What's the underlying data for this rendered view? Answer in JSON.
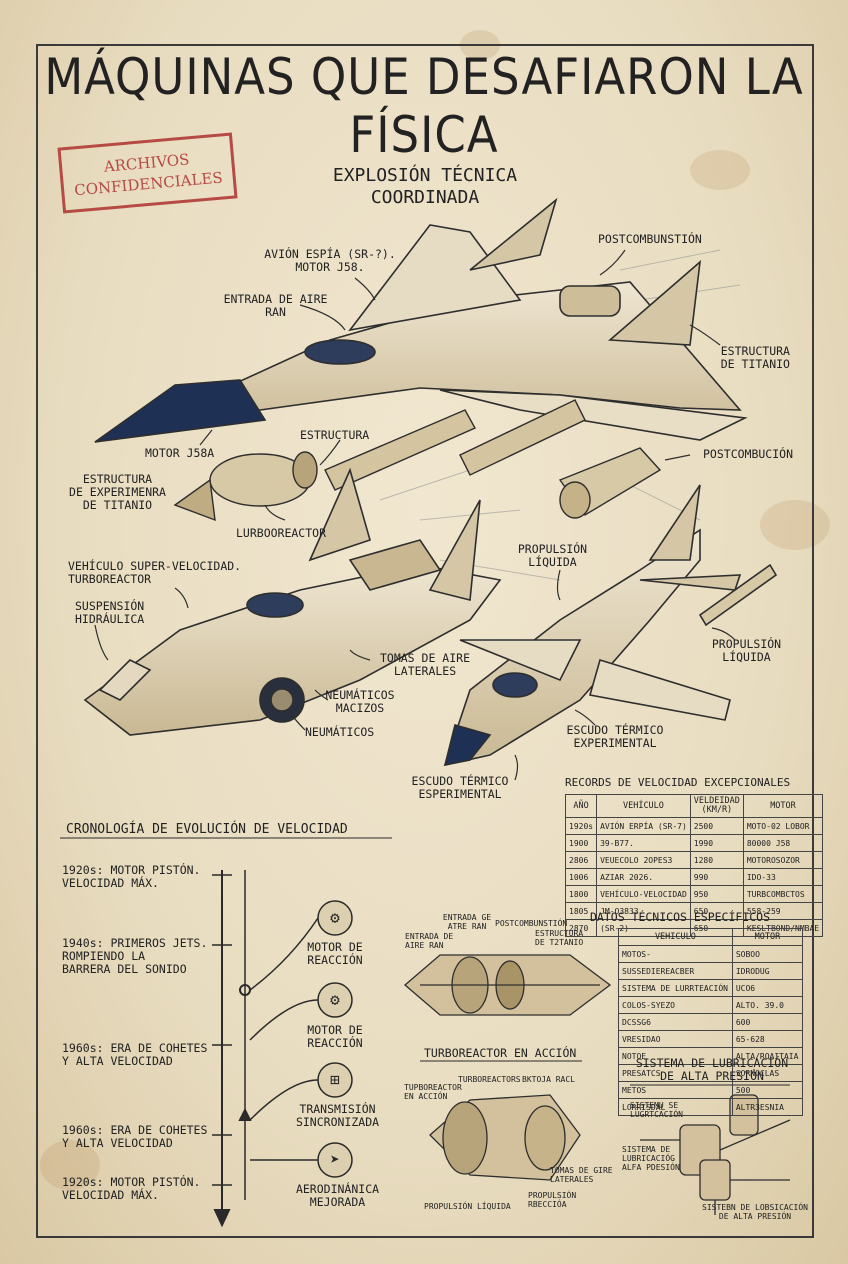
{
  "title": "MÁQUINAS QUE DESAFIARON LA FÍSICA",
  "stamp": {
    "line1": "ARCHIVOS",
    "line2": "CONFIDENCIALES"
  },
  "header": {
    "line1": "EXPLOSIÓN TÉCNICA",
    "line2": "COORDINADA"
  },
  "labels": {
    "avion_espia": "AVIÓN ESPÍA (SR-?).\nMOTOR J58.",
    "entrada_aire": "ENTRADA DE AIRE\nRAN",
    "postcombunstion": "POSTCOMBUNSTIÓN",
    "estructura_titanio": "ESTRUCTURA\nDE TITANIO",
    "motor_j58a": "MOTOR J58A",
    "estructura": "ESTRUCTURA",
    "postcombucion": "POSTCOMBUCIÓN",
    "estructura_experimenra": "ESTRUCTURA\nDE EXPERIMENRA\nDE TITANIO",
    "lurbooreactor": "LURBOOREACTOR",
    "vehiculo_super": "VEHÍCULO SUPER-VELOCIDAD.\nTURBOREACTOR",
    "suspension": "SUSPENSIÓN\nHIDRÁULICA",
    "propulsion_liquida_1": "PROPULSIÓN\nLÍQUIDA",
    "propulsion_liquida_2": "PROPULSIÓN\nLÍQUIDA",
    "tomas_aire": "TOMAS DE AIRE\nLATERALES",
    "neumaticos_macizos": "NEUMÁTICOS\nMACIZOS",
    "neumaticos": "NEUMÁTICOS",
    "escudo_1": "ESCUDO TÉRMICO\nEXPERIMENTAL",
    "escudo_2": "ESCUDO TÉRMICO\nESPERIMENTAL"
  },
  "timeline": {
    "title": "CRONOLOGÍA DE EVOLUCIÓN DE VELOCIDAD",
    "entries": [
      "1920s: MOTOR PISTÓN.\nVELOCIDAD MÁX.",
      "1940s: PRIMEROS JETS.\nROMPIENDO LA\nBARRERA DEL SONIDO",
      "1960s: ERA DE COHETES\nY ALTA VELOCIDAD",
      "1960s: ERA DE COHETES\nY ALTA VELOCIDAD",
      "1920s: MOTOR PISTÓN.\nVELOCIDAD MÁX."
    ],
    "icons": [
      {
        "label": "MOTOR DE\nREACCIÓN",
        "icon": "engine-icon"
      },
      {
        "label": "MOTOR DE\nREACCIÓN",
        "icon": "gears-icon"
      },
      {
        "label": "TRANSMISIÓN\nSINCRONIZADA",
        "icon": "transmission-icon"
      },
      {
        "label": "AERODINÁNICA\nMEJORADA",
        "icon": "arrowhead-icon"
      }
    ]
  },
  "records": {
    "title": "RECORDS DE VELOCIDAD EXCEPCIONALES",
    "headers": [
      "AÑO",
      "VEHÍCULO",
      "VELDEIDAD\n(KM/R)",
      "MOTOR"
    ],
    "rows": [
      [
        "1920s",
        "AVIÓN ERPÍA (SR-7)",
        "2500",
        "MOTO-02 LOBOR"
      ],
      [
        "1900",
        "39-B77.",
        "1990",
        "80000 J58"
      ],
      [
        "2806",
        "VEUECOLO 2OPES3",
        "1280",
        "MOTOROSOZOR"
      ],
      [
        "1006",
        "AZIAR 2026.",
        "990",
        "IDO-33"
      ],
      [
        "1800",
        "VEHÍCULO-VELOCIDAD",
        "950",
        "TURBCOMBCTOS"
      ],
      [
        "1805",
        "JM-O3833.",
        "650",
        "558-259"
      ],
      [
        "2870",
        "(SR-2)",
        "650",
        "KESLTBOND/NMBAE"
      ]
    ]
  },
  "tech": {
    "title": "DATOS TÉCNICOS ESPECÍFICOS",
    "headers": [
      "VEHICULO",
      "MOTOR"
    ],
    "rows": [
      [
        "MOTOS-",
        "SOBOO"
      ],
      [
        "SUSSEDIEREACBER",
        "IDRODUG"
      ],
      [
        "SISTEMA DE LURRTEACIÓN",
        "UCO6"
      ],
      [
        "COLOS-SYEZO",
        "ALTO. 39.0"
      ],
      [
        "DCSSG6",
        "600"
      ],
      [
        "VRESIDAO",
        "65-628"
      ],
      [
        "NOTOE",
        "ALTA/ROAITAIA"
      ],
      [
        "PRESATCS",
        "SORNOCLAS"
      ],
      [
        "METOS",
        "500"
      ],
      [
        "LORRISDAL",
        "ALTR3ESNIA"
      ]
    ]
  },
  "engine_diagram": {
    "entrada": "ENTRADA GE\nATRE RAN",
    "post": "POSTCOMBUNSTIÓN",
    "entrada2": "ENTRADA DE\nAIRE RAN",
    "estructura": "ESTRUCTURA\nDE T2TANIO"
  },
  "turbo": {
    "title": "TURBOREACTOR EN ACCIÓN",
    "turboreactors": "TURBOREACTORS",
    "bktoja": "BKTOJA RACL",
    "tupbo": "TUPBOREACTOR\nEN ACCIÓN",
    "tomas": "TOMAS DE GIRE\nLATERALES",
    "prop1": "PROPULSIÓN LÍQUIDA",
    "prop2": "PROPULSIÓN\nRBECCIÓA"
  },
  "lube": {
    "title": "SISTEMA DE LUBRICACIÓN\nDE ALTA PRESIÓN",
    "l1": "SISTEMU SE\nLUGRTCACIÓN",
    "l2": "SISTEMA DE\nLUBRICACIÓG\nALFA PDESIÓN",
    "l3": "SISTEBN DE LOBSICACIÓN\nDE ALTA PRESIÓN"
  }
}
